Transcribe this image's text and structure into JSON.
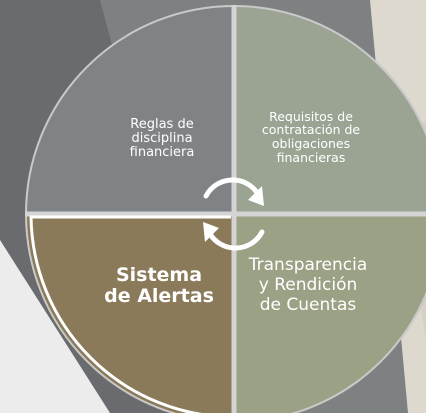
{
  "colors": {
    "background_left": "#696b6e",
    "background_mid": "#7d8081",
    "background_right": "#ddd9cf",
    "light_wedge": "#ececec",
    "quadrant_top_left": "#7f8284",
    "quadrant_top_right": "#9aa391",
    "quadrant_bottom_left": "#8b7a59",
    "quadrant_bottom_right": "#9aa184",
    "divider": "#d6d6d6",
    "highlight_border": "#ffffff",
    "cycle_arrows": "#ffffff"
  },
  "quadrants": {
    "top_left": {
      "label": "Reglas de disciplina financiera"
    },
    "top_right": {
      "label": "Requisitos de contratación de obligaciones financieras"
    },
    "bottom_left": {
      "label": "Sistema de Alertas",
      "highlighted": true
    },
    "bottom_right": {
      "label": "Transparencia y Rendición de Cuentas"
    }
  },
  "center": {
    "icon": "cycle-arrows-icon"
  }
}
